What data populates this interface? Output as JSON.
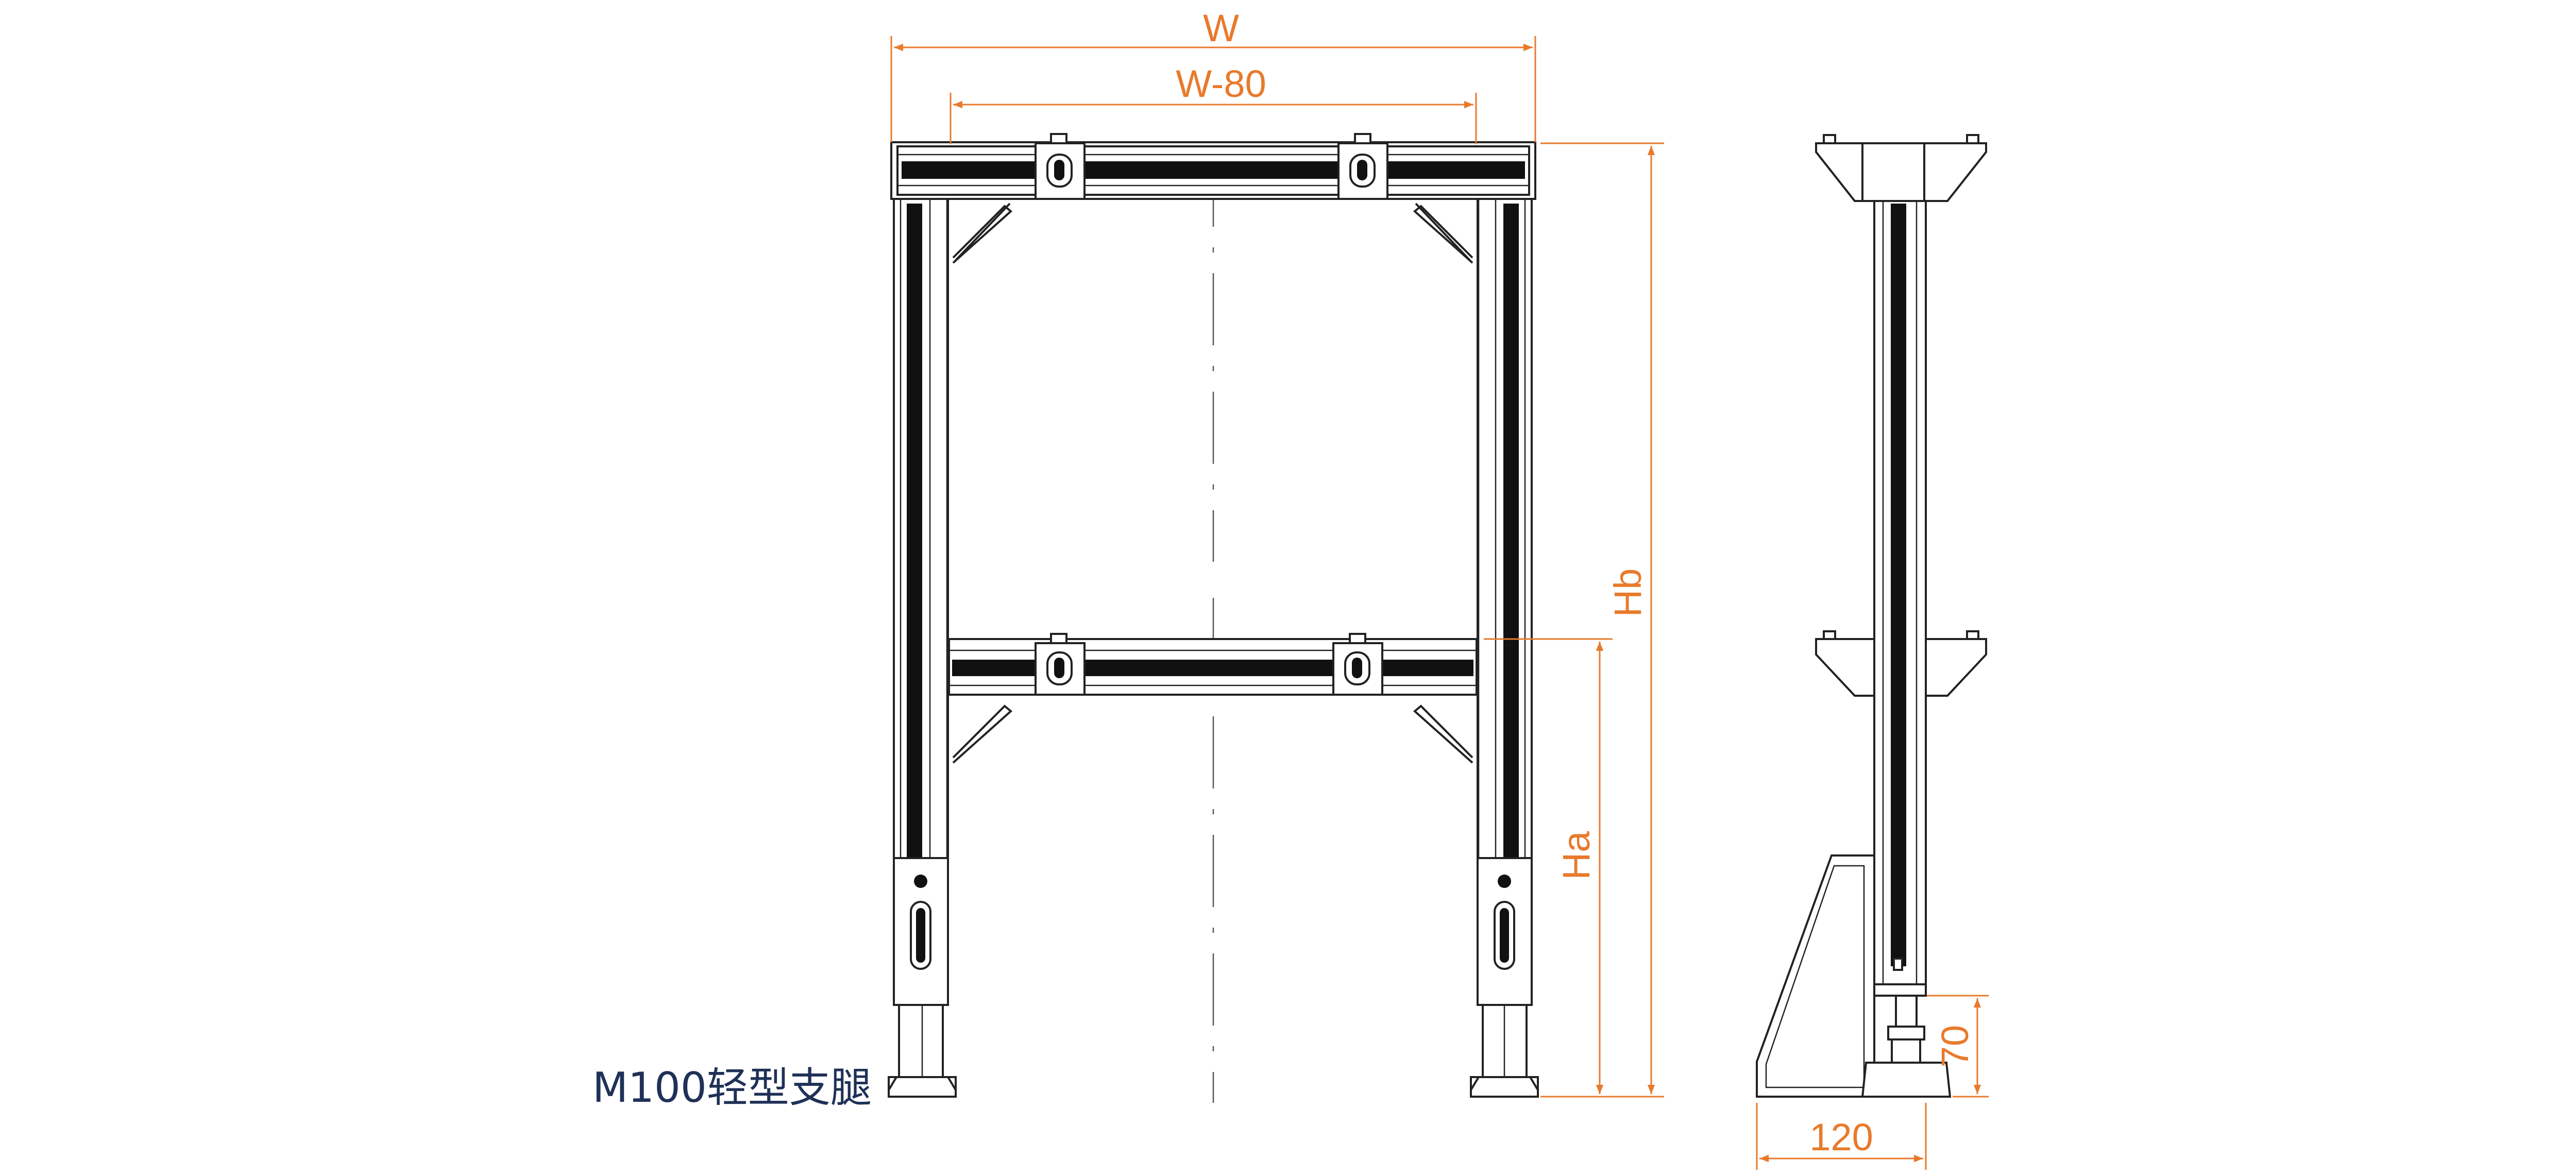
{
  "colors": {
    "dimension": "#e87a2c",
    "title": "#1f3157",
    "line": "#222222"
  },
  "dimensions": {
    "width": "W",
    "inner_width": "W-80",
    "total_height": "Hb",
    "lower_height": "Ha",
    "foot_height": "70",
    "foot_depth": "120"
  },
  "caption": "M100轻型支腿"
}
